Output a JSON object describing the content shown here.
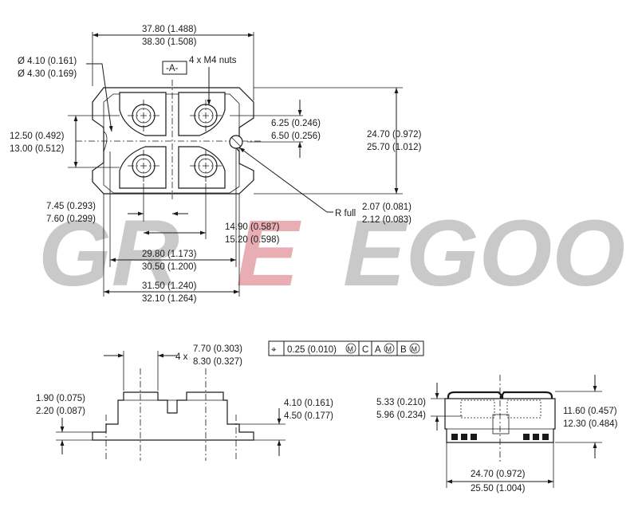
{
  "watermark": {
    "text_left": "GR",
    "text_mid": "E",
    "text_right": "EGOO",
    "gray": "#c9c9c9",
    "red": "#e8aeb3"
  },
  "top_view": {
    "overall_width": {
      "line1": "37.80 (1.488)",
      "line2": "38.30 (1.508)"
    },
    "hole_dia": {
      "line1": "Ø 4.10 (0.161)",
      "line2": "Ø 4.30 (0.169)"
    },
    "datum_a": "-A-",
    "nuts": "4 x M4 nuts",
    "left_pitch": {
      "line1": "12.50 (0.492)",
      "line2": "13.00 (0.512)"
    },
    "hole_offset": {
      "line1": "6.25 (0.246)",
      "line2": "6.50 (0.256)"
    },
    "overall_height": {
      "line1": "24.70 (0.972)",
      "line2": "25.70 (1.012)"
    },
    "radius_label": "R full",
    "radius_value": {
      "line1": "2.07 (0.081)",
      "line2": "2.12 (0.083)"
    },
    "terminal_offset": {
      "line1": "7.45 (0.293)",
      "line2": "7.60 (0.299)"
    },
    "terminal_pitch": {
      "line1": "14.90 (0.587)",
      "line2": "15.20 (0.598)"
    },
    "hole_span": {
      "line1": "29.80 (1.173)",
      "line2": "30.50 (1.200)"
    },
    "base_width": {
      "line1": "31.50 (1.240)",
      "line2": "32.10 (1.264)"
    }
  },
  "side_view": {
    "nut_width_prefix": "4 x",
    "nut_width": {
      "line1": "7.70 (0.303)",
      "line2": "8.30 (0.327)"
    },
    "flange_thk": {
      "line1": "1.90 (0.075)",
      "line2": "2.20 (0.087)"
    },
    "body_height": {
      "line1": "4.10 (0.161)",
      "line2": "4.50 (0.177)"
    }
  },
  "tolerance_frame": {
    "symbol": "⌖",
    "value": "0.25 (0.010)",
    "mod": "M",
    "ref1": "C",
    "ref2": "A",
    "ref3": "B"
  },
  "end_view": {
    "terminal_height": {
      "line1": "5.33 (0.210)",
      "line2": "5.96 (0.234)"
    },
    "total_height": {
      "line1": "11.60 (0.457)",
      "line2": "12.30 (0.484)"
    },
    "width": {
      "line1": "24.70 (0.972)",
      "line2": "25.50 (1.004)"
    }
  }
}
